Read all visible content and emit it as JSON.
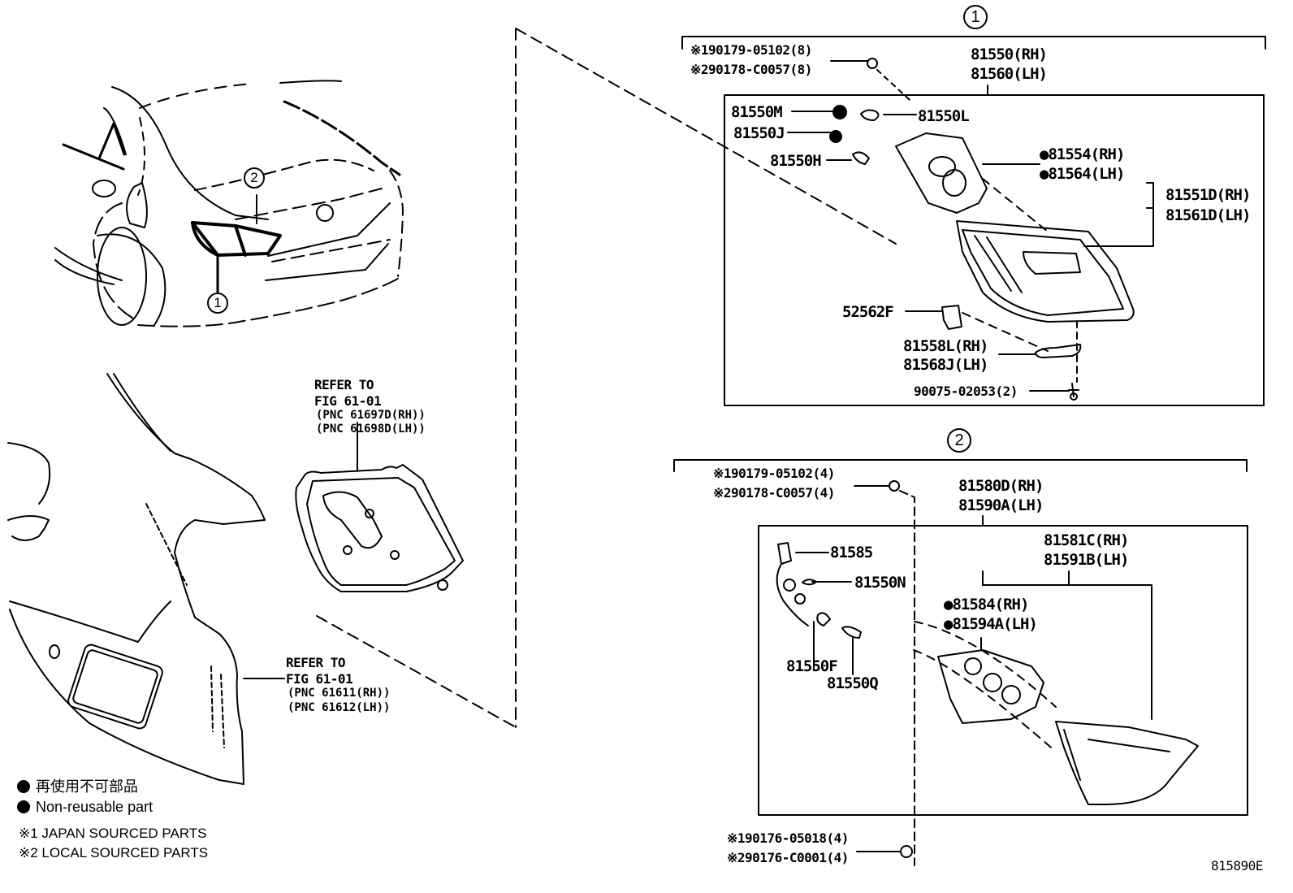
{
  "figure_id": "815890E",
  "callouts": {
    "group1": "1",
    "group2": "2"
  },
  "overview": {
    "callout_1": "1",
    "callout_2": "2"
  },
  "group1": {
    "screw_a": "※190179-05102(8)",
    "screw_b": "※290178-C0057(8)",
    "assy_rh": "81550(RH)",
    "assy_lh": "81560(LH)",
    "parts": {
      "p81550M": "81550M",
      "p81550L": "81550L",
      "p81550J": "81550J",
      "p81550H": "81550H",
      "gasket_rh": "81554(RH)",
      "gasket_lh": "81564(LH)",
      "lens_rh": "81551D(RH)",
      "lens_lh": "81561D(LH)",
      "p52562F": "52562F",
      "bracket_rh": "81558L(RH)",
      "bracket_lh": "81568J(LH)",
      "screw": "90075-02053(2)"
    }
  },
  "group2": {
    "screw_a": "※190179-05102(4)",
    "screw_b": "※290178-C0057(4)",
    "assy_rh": "81580D(RH)",
    "assy_lh": "81590A(LH)",
    "parts": {
      "lens_rh": "81581C(RH)",
      "lens_lh": "81591B(LH)",
      "p81585": "81585",
      "p81550N": "81550N",
      "gasket_rh": "81584(RH)",
      "gasket_lh": "81594A(LH)",
      "p81550F": "81550F",
      "p81550Q": "81550Q"
    },
    "nut_a": "※190176-05018(4)",
    "nut_b": "※290176-C0001(4)"
  },
  "refer1": {
    "line1": "REFER TO",
    "line2": "FIG 61-01",
    "line3": "(PNC 61697D(RH))",
    "line4": "(PNC 61698D(LH))"
  },
  "refer2": {
    "line1": "REFER TO",
    "line2": "FIG 61-01",
    "line3": "(PNC 61611(RH))",
    "line4": "(PNC 61612(LH))"
  },
  "legend": {
    "jp": "再使用不可部品",
    "non_reusable": "Non-reusable part",
    "japan": "※1 JAPAN SOURCED PARTS",
    "local": "※2 LOCAL SOURCED PARTS"
  }
}
